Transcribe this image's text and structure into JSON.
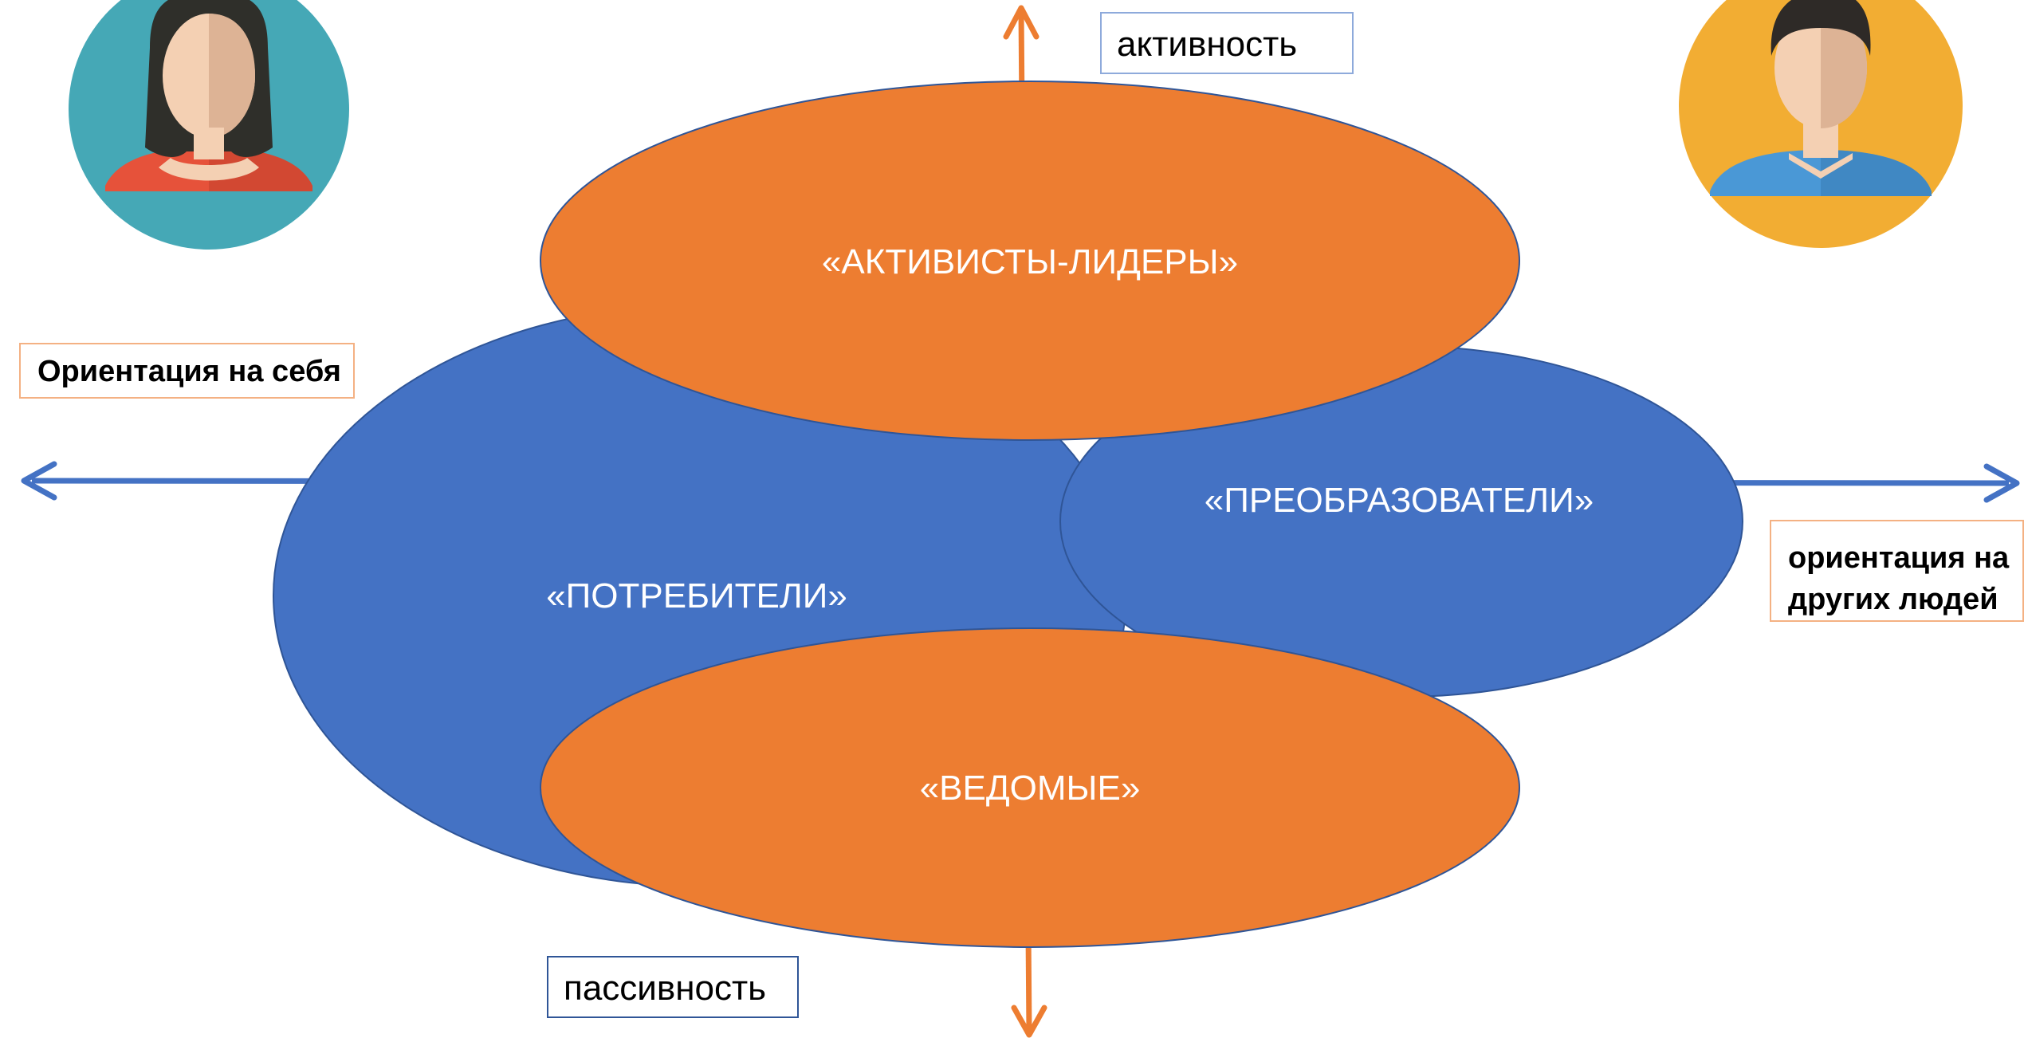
{
  "axes": {
    "top_label": "активность",
    "bottom_label": "пассивность",
    "left_label": "Ориентация на себя",
    "right_label": "ориентация на других людей"
  },
  "groups": {
    "leaders": "«АКТИВИСТЫ-ЛИДЕРЫ»",
    "consumers": "«ПОТРЕБИТЕЛИ»",
    "transformers": "«ПРЕОБРАЗОВАТЕЛИ»",
    "followers": "«ВЕДОМЫЕ»"
  },
  "colors": {
    "orange": "#ed7d31",
    "blue": "#4472c4",
    "outline": "#2f5597",
    "woman_bg": "#45a8b6",
    "man_bg": "#f2ad33"
  },
  "icons": {
    "left_avatar": "woman-avatar-icon",
    "right_avatar": "man-avatar-icon"
  }
}
